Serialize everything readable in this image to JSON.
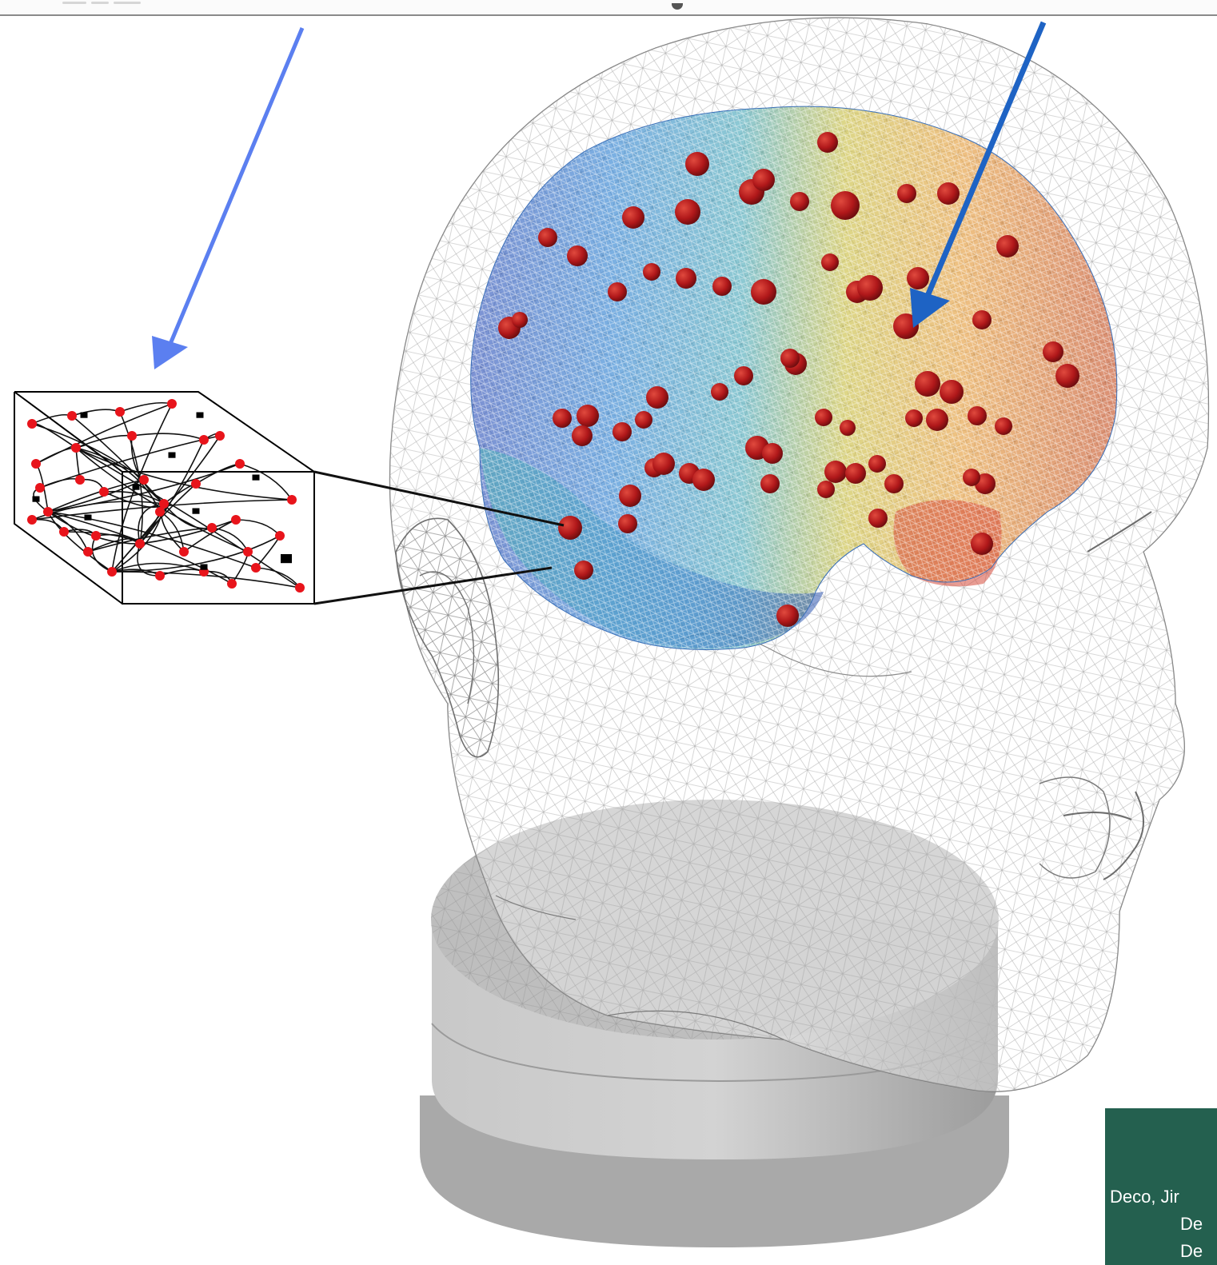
{
  "citation": {
    "line1": "Deco, Jir",
    "line2": "De",
    "line3": "De"
  },
  "colors": {
    "background": "#ffffff",
    "citation_box": "#24604f",
    "arrow_left": "#5b7ff0",
    "arrow_right": "#1e63c4",
    "node_red": "#b0181a",
    "inset_node": "#e8141b",
    "wireframe": "#8c8c8c",
    "pedestal": "#c9c9c9"
  },
  "icons": {
    "left_arrow": "arrow-down-left-icon",
    "right_arrow": "arrow-down-left-icon"
  }
}
